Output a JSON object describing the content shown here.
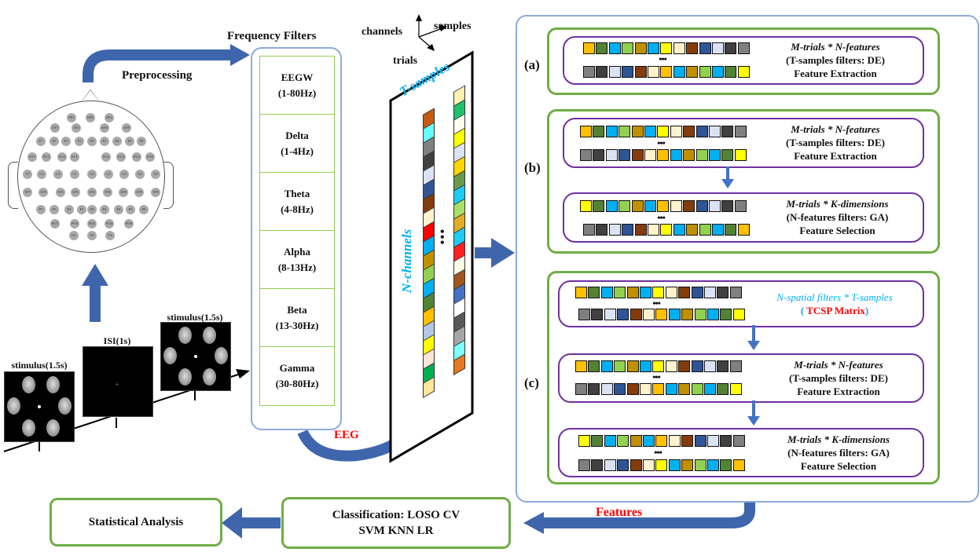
{
  "preprocessing_label": "Preprocessing",
  "frequency_filters": {
    "title": "Frequency Filters",
    "bands": [
      {
        "name": "EEGW",
        "range": "(1-80Hz)"
      },
      {
        "name": "Delta",
        "range": "(1-4Hz)"
      },
      {
        "name": "Theta",
        "range": "(4-8Hz)"
      },
      {
        "name": "Alpha",
        "range": "(8-13Hz)"
      },
      {
        "name": "Beta",
        "range": "(13-30Hz)"
      },
      {
        "name": "Gamma",
        "range": "(30-80Hz)"
      }
    ]
  },
  "electrodes": [
    "FP1",
    "FPZ",
    "FP2",
    "AF7",
    "AF3",
    "AF4",
    "AF8",
    "F7",
    "F5",
    "F3",
    "F1",
    "FZ",
    "F2",
    "F4",
    "F6",
    "F8",
    "FT7",
    "FC5",
    "FC3",
    "FC1",
    "FC2",
    "FC4",
    "FC6",
    "FT8",
    "T7",
    "C5",
    "C3",
    "C1",
    "CZ",
    "C2",
    "C4",
    "C6",
    "T8",
    "TP7",
    "CP5",
    "CP3",
    "CP1",
    "CPZ",
    "CP2",
    "CP4",
    "CP6",
    "TP8",
    "P7",
    "P5",
    "P3",
    "P1",
    "PZ",
    "P2",
    "P4",
    "P6",
    "P8",
    "PO7",
    "PO3",
    "POZ",
    "PO4",
    "PO8",
    "O1",
    "OZ",
    "O2"
  ],
  "paradigm": {
    "stimulus1_label": "stimulus(1.5s)",
    "isi_label": "ISI(1s)",
    "stimulus2_label": "stimulus(1.5s)"
  },
  "eeg_label": "EEG",
  "axes": {
    "channels": "channels",
    "samples": "samples",
    "trials": "trials"
  },
  "sheet": {
    "t_samples": "T-samples",
    "n_channels": "N-channels",
    "dots": "⋮",
    "left_strip": [
      "#c55a11",
      "#66ffff",
      "#808080",
      "#404040",
      "#dae3f3",
      "#2f5597",
      "#843c0c",
      "#fff2cc",
      "#ff0000",
      "#00b0f0",
      "#bf9000",
      "#92d050",
      "#00b0f0",
      "#548235",
      "#ffc000",
      "#b4c7e7",
      "#ffff00",
      "#fbe5d6",
      "#00b050",
      "#ffe699"
    ],
    "right_strip": [
      "#fff2b3",
      "#1ec26b",
      "#fffdf0",
      "#ffff00",
      "#dae3f3",
      "#ffd700",
      "#6a9a4b",
      "#1ecbf5",
      "#a9e06a",
      "#dfae22",
      "#1ecbf5",
      "#ff2020",
      "#fffde8",
      "#a0561e",
      "#4472c4",
      "#ffffff",
      "#595959",
      "#a6a6a6",
      "#80ffff",
      "#e87722"
    ]
  },
  "strips": {
    "row_a": [
      "#ffc000",
      "#548235",
      "#00b0f0",
      "#92d050",
      "#bf9000",
      "#00b0f0",
      "#ffff00",
      "#fff2cc",
      "#843c0c",
      "#2f5597",
      "#dae3f3",
      "#404040",
      "#808080"
    ],
    "row_b": [
      "#808080",
      "#404040",
      "#dae3f3",
      "#2f5597",
      "#843c0c",
      "#fff2cc",
      "#ffc000",
      "#00b0f0",
      "#bf9000",
      "#92d050",
      "#00b0f0",
      "#548235",
      "#ffff00"
    ],
    "row_c": [
      "#ffff00",
      "#548235",
      "#00b0f0",
      "#92d050",
      "#bf9000",
      "#00b0f0",
      "#ffc000",
      "#fff2cc",
      "#843c0c",
      "#2f5597",
      "#dae3f3",
      "#404040",
      "#808080"
    ],
    "row_d": [
      "#808080",
      "#404040",
      "#dae3f3",
      "#2f5597",
      "#843c0c",
      "#fff2cc",
      "#ffff00",
      "#00b0f0",
      "#bf9000",
      "#92d050",
      "#00b0f0",
      "#548235",
      "#ffc000"
    ]
  },
  "panels": {
    "a": {
      "label": "(a)",
      "box1": {
        "line1": "M-trials * N-features",
        "line2": "(T-samples filters: DE)",
        "line3": "Feature Extraction"
      }
    },
    "b": {
      "label": "(b)",
      "box1": {
        "line1": "M-trials * N-features",
        "line2": "(T-samples filters: DE)",
        "line3": "Feature Extraction"
      },
      "box2": {
        "line1": "M-trials * K-dimensions",
        "line2": "(N-features filters: GA)",
        "line3": "Feature Selection"
      }
    },
    "c": {
      "label": "(c)",
      "box1": {
        "line1": "N-spatial filters * T-samples",
        "line2_pre": "( ",
        "line2_red": "TCSP Matrix",
        "line2_post": ")"
      },
      "box2": {
        "line1": "M-trials * N-features",
        "line2": "(T-samples filters: DE)",
        "line3": "Feature Extraction"
      },
      "box3": {
        "line1": "M-trials * K-dimensions",
        "line2": "(N-features filters: GA)",
        "line3": "Feature Selection"
      }
    }
  },
  "dots_label": "•••",
  "features_label": "Features",
  "classification": {
    "line1": "Classification: LOSO CV",
    "line2": "SVM KNN LR"
  },
  "statistical_analysis": "Statistical Analysis",
  "colors": {
    "arrow_blue": "#3f66ad",
    "green_border": "#70ad47",
    "purple_border": "#7030a0",
    "light_blue_border": "#8eaadb",
    "accent_cyan": "#00b0f0",
    "accent_red": "#ff0000"
  }
}
